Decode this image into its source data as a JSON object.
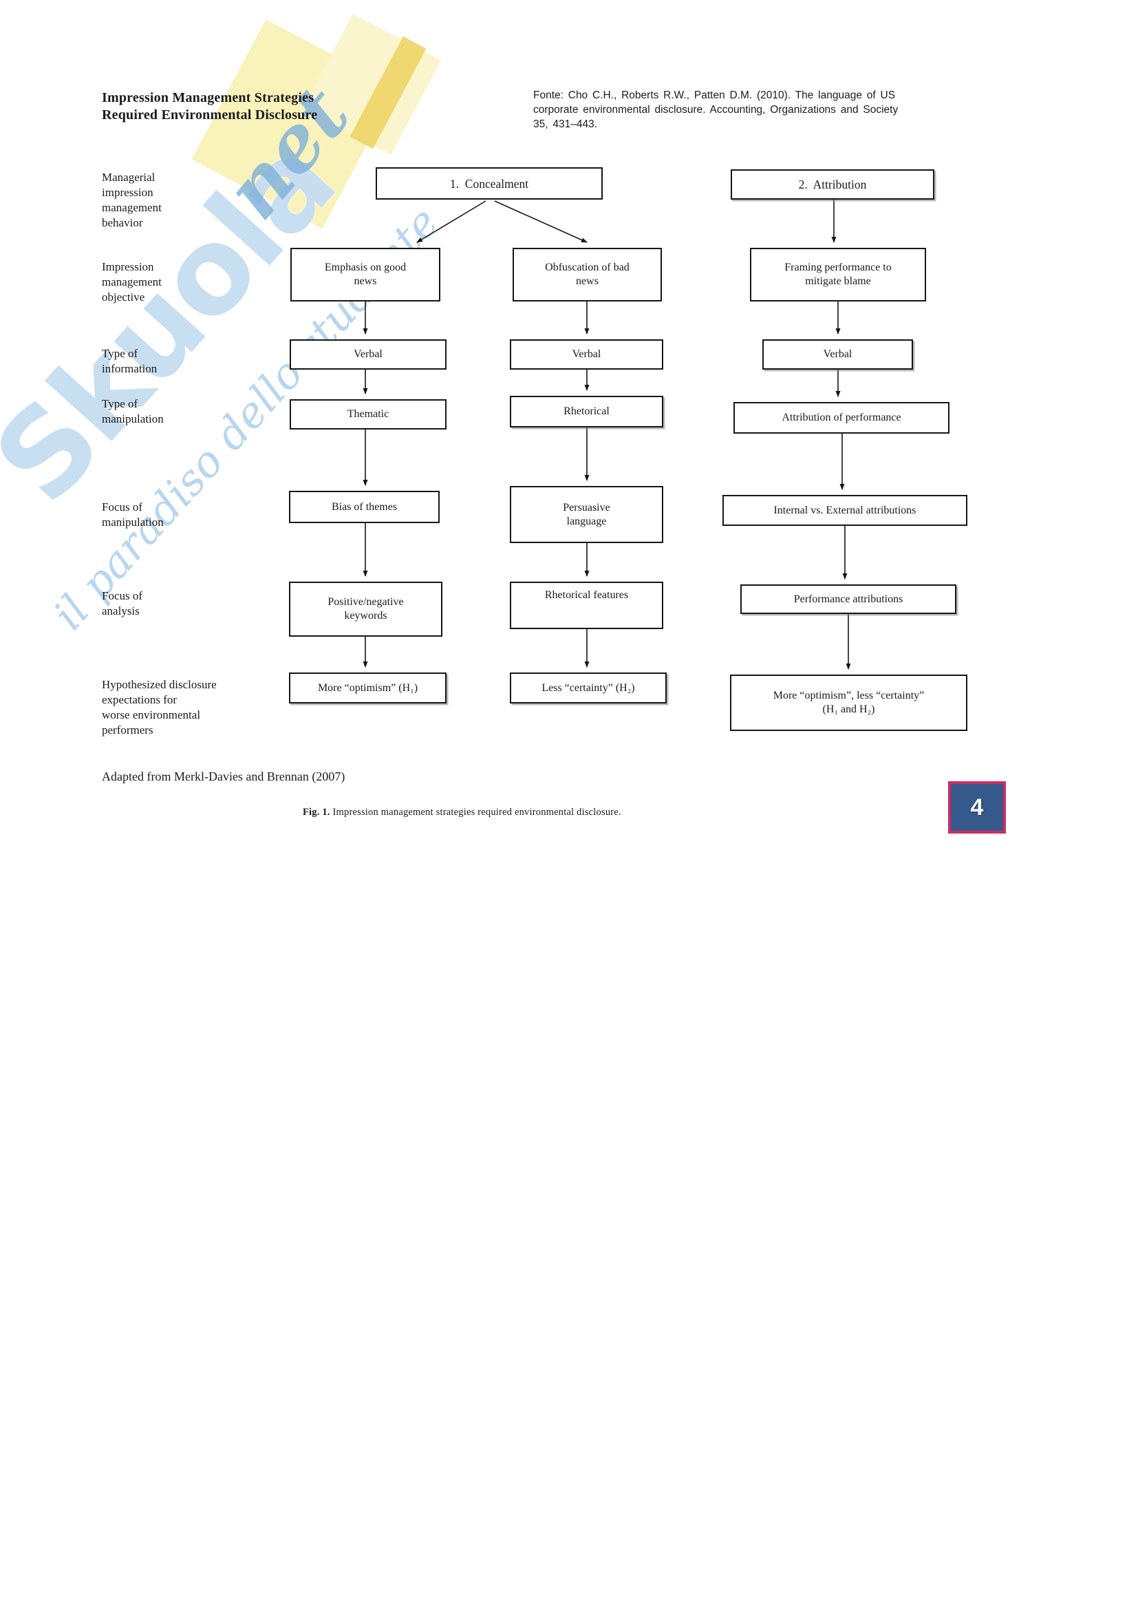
{
  "header": {
    "title_lines": [
      "Impression Management Strategies",
      "Required Environmental Disclosure"
    ],
    "citation_lines": [
      "Fonte: Cho C.H., Roberts R.W., Patten D.M. (2010). The language of US",
      "corporate environmental disclosure. Accounting, Organizations and Society",
      "35, 431–443."
    ]
  },
  "row_labels": [
    {
      "lines": [
        "Managerial",
        "impression",
        "management",
        "behavior"
      ]
    },
    {
      "lines": [
        "Impression",
        "management",
        "objective"
      ]
    },
    {
      "lines": [
        "Type of",
        "information"
      ]
    },
    {
      "lines": [
        "Type of",
        "manipulation"
      ]
    },
    {
      "lines": [
        "Focus of",
        "manipulation"
      ]
    },
    {
      "lines": [
        "Focus of",
        "analysis"
      ]
    },
    {
      "lines": [
        "Hypothesized disclosure",
        "expectations for",
        "worse environmental",
        "performers"
      ]
    }
  ],
  "boxes": {
    "concealment": "1.  Concealment",
    "attribution": "2.  Attribution",
    "emphasis": [
      "Emphasis on good",
      "news"
    ],
    "obfuscation": [
      "Obfuscation of bad",
      "news"
    ],
    "framing": [
      "Framing performance to",
      "mitigate blame"
    ],
    "verbal1": "Verbal",
    "verbal2": "Verbal",
    "verbal3": "Verbal",
    "thematic": "Thematic",
    "rhetorical": "Rhetorical",
    "attr_performance": "Attribution of performance",
    "bias": "Bias of themes",
    "persuasive": [
      "Persuasive",
      "language"
    ],
    "internal_external": "Internal vs. External attributions",
    "pos_neg": [
      "Positive/negative",
      "keywords"
    ],
    "rhet_features": "Rhetorical features",
    "perf_attr": "Performance attributions",
    "optimism": "More “optimism” (H₁)",
    "certainty": "Less “certainty” (H₂)",
    "more_less": [
      "More “optimism”, less “certainty”",
      "(H₁ and H₂)"
    ]
  },
  "footer": {
    "adapted": "Adapted from Merkl-Davies and Brennan (2007)",
    "fig_label": "Fig. 1.",
    "fig_caption": " Impression management strategies required environmental disclosure.",
    "page_number": "4"
  },
  "watermark": {
    "brand": "Skuola",
    "tld": "net",
    "tagline": "il paradiso dello studente"
  },
  "colors": {
    "badge_bg": "#34598a",
    "badge_border": "#cf2b62",
    "watermark_blue": "#bed8ee",
    "watermark_yellow": "#f9f1b6",
    "text": "#1b1b1b"
  }
}
